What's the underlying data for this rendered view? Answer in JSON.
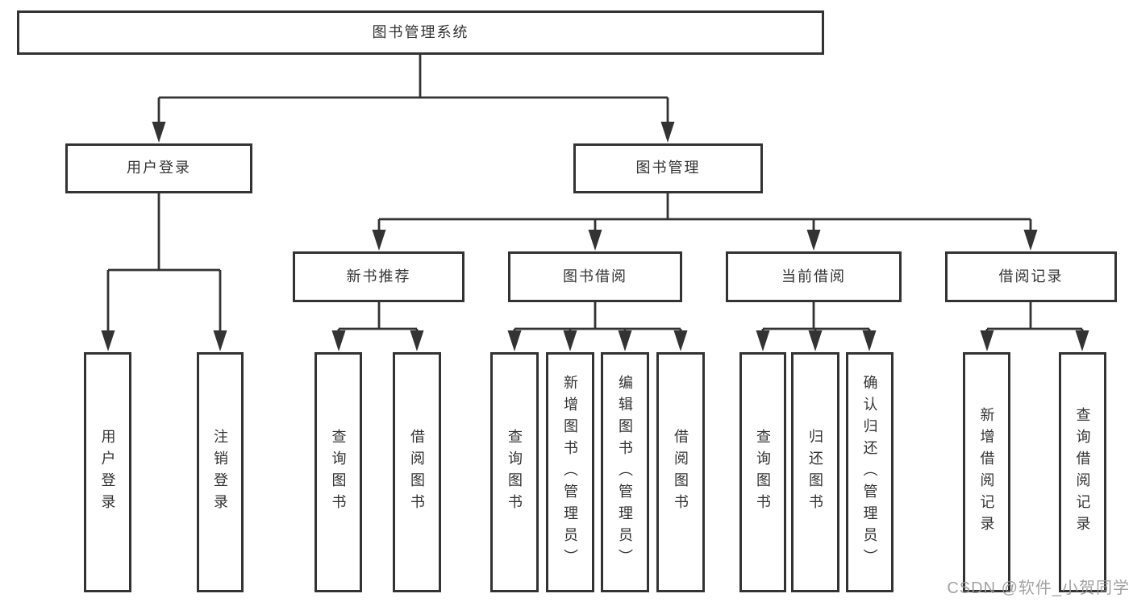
{
  "diagram_type": "hierarchy-tree",
  "colors": {
    "background": "#ffffff",
    "line": "#333333",
    "box_border": "#333333",
    "text": "#333333",
    "watermark": "#989898"
  },
  "watermark": "CSDN @软件_小贺同学",
  "tree": {
    "root": {
      "label": "图书管理系统"
    },
    "branches": [
      {
        "label": "用户登录",
        "children": [
          {
            "label": "用户登录"
          },
          {
            "label": "注销登录"
          }
        ]
      },
      {
        "label": "图书管理",
        "children": [
          {
            "label": "新书推荐",
            "children": [
              {
                "label": "查询图书"
              },
              {
                "label": "借阅图书"
              }
            ]
          },
          {
            "label": "图书借阅",
            "children": [
              {
                "label": "查询图书"
              },
              {
                "label": "新增图书（管理员）"
              },
              {
                "label": "编辑图书（管理员）"
              },
              {
                "label": "借阅图书"
              }
            ]
          },
          {
            "label": "当前借阅",
            "children": [
              {
                "label": "查询图书"
              },
              {
                "label": "归还图书"
              },
              {
                "label": "确认归还（管理员）"
              }
            ]
          },
          {
            "label": "借阅记录",
            "children": [
              {
                "label": "新增借阅记录"
              },
              {
                "label": "查询借阅记录"
              }
            ]
          }
        ]
      }
    ]
  }
}
